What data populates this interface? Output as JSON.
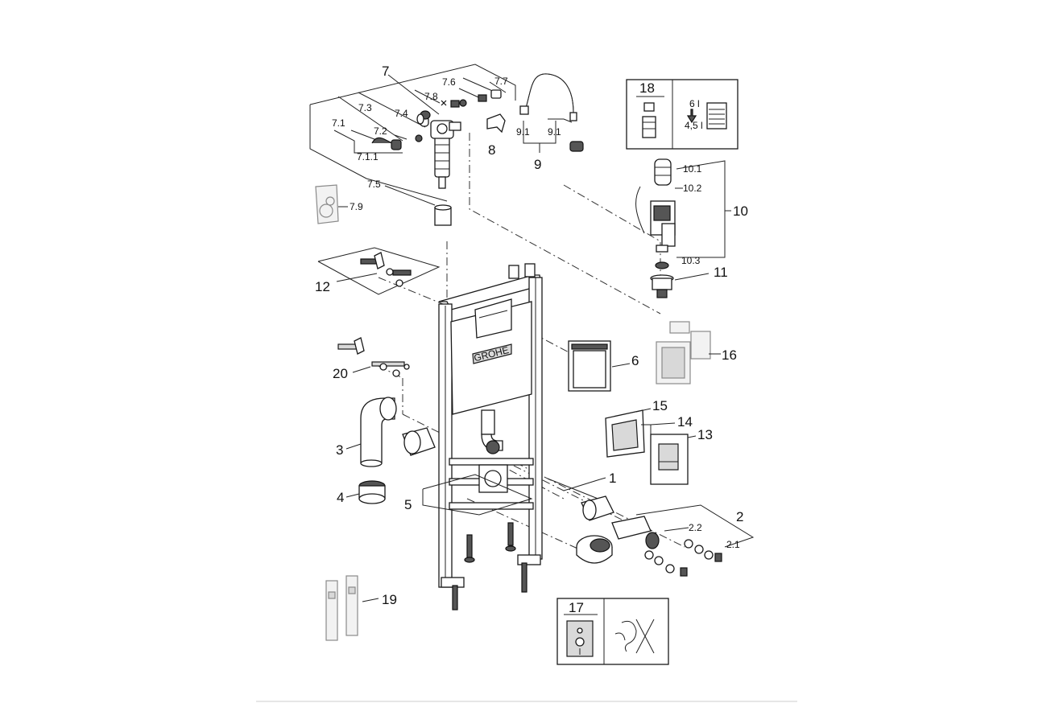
{
  "brand": "GROHE",
  "labels": {
    "p1": "1",
    "p2": "2",
    "p2_1": "2.1",
    "p2_2": "2.2",
    "p3": "3",
    "p4": "4",
    "p5": "5",
    "p6": "6",
    "p7": "7",
    "p7_1": "7.1",
    "p7_1_1": "7.1.1",
    "p7_2": "7.2",
    "p7_3": "7.3",
    "p7_4": "7.4",
    "p7_5": "7.5",
    "p7_6": "7.6",
    "p7_7": "7.7",
    "p7_8": "7.8",
    "p7_9": "7.9",
    "p8": "8",
    "p9": "9",
    "p9_1a": "9.1",
    "p9_1b": "9.1",
    "p10": "10",
    "p10_1": "10.1",
    "p10_2": "10.2",
    "p10_3": "10.3",
    "p11": "11",
    "p12": "12",
    "p13": "13",
    "p14": "14",
    "p15": "15",
    "p16": "16",
    "p17": "17",
    "p18": "18",
    "p19": "19",
    "p20": "20"
  },
  "box18": {
    "vol_high": "6 l",
    "vol_low": "4,5 l"
  },
  "colors": {
    "line": "#222222",
    "faded": "#8a8a8a",
    "dark": "#555555"
  }
}
